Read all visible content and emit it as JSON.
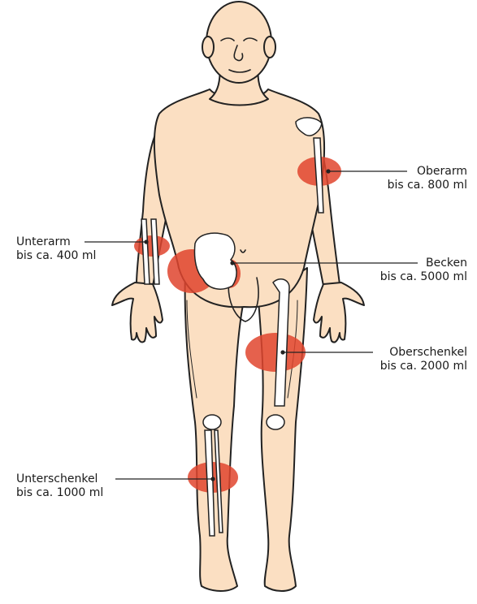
{
  "colors": {
    "skin": "#fbdfc2",
    "outline": "#222222",
    "bone": "#ffffff",
    "bleed": "#e0452e"
  },
  "labels": {
    "oberarm": {
      "name": "Oberarm",
      "volume": "bis ca. 800 ml"
    },
    "unterarm": {
      "name": "Unterarm",
      "volume": "bis ca. 400 ml"
    },
    "becken": {
      "name": "Becken",
      "volume": "bis ca. 5000 ml"
    },
    "oberschenkel": {
      "name": "Oberschenkel",
      "volume": "bis ca. 2000 ml"
    },
    "unterschenkel": {
      "name": "Unterschenkel",
      "volume": "bis ca. 1000 ml"
    }
  }
}
